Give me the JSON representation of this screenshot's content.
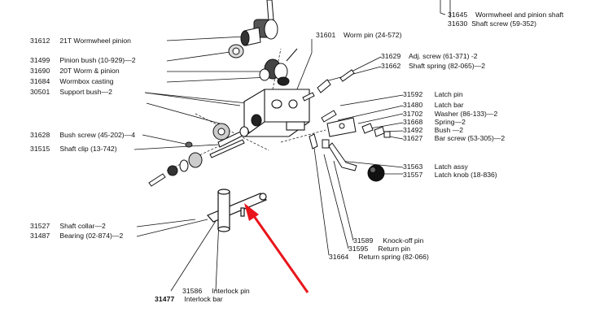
{
  "colors": {
    "ink": "#111111",
    "arrow": "#e8151b",
    "paper": "#ffffff",
    "knob": "#111111"
  },
  "labels": {
    "l31645": {
      "num": "31645",
      "text": "Wormwheel and pinion shaft"
    },
    "l31630": {
      "num": "31630",
      "text": "Shaft screw (59-352)"
    },
    "l31612": {
      "num": "31612",
      "text": "21T Wormwheel pinion"
    },
    "l31601": {
      "num": "31601",
      "text": "Worm pin (24-572)"
    },
    "l31499": {
      "num": "31499",
      "text": "Pinion bush (10-929)—2"
    },
    "l31690": {
      "num": "31690",
      "text": "20T Worm & pinion"
    },
    "l31684": {
      "num": "31684",
      "text": "Wormbox casting"
    },
    "l30501": {
      "num": "30501",
      "text": "Support bush—2"
    },
    "l31629": {
      "num": "31629",
      "text": "Adj. screw (61-371) -2"
    },
    "l31662": {
      "num": "31662",
      "text": "Shaft spring (82-065)—2"
    },
    "l31592": {
      "num": "31592",
      "text": "Latch pin"
    },
    "l31480": {
      "num": "31480",
      "text": "Latch bar"
    },
    "l31702": {
      "num": "31702",
      "text": "Washer (86-133)—2"
    },
    "l31668": {
      "num": "31668",
      "text": "Spring—2"
    },
    "l31492": {
      "num": "31492",
      "text": "Bush —2"
    },
    "l31627": {
      "num": "31627",
      "text": "Bar screw (53-305)—2"
    },
    "l31628": {
      "num": "31628",
      "text": "Bush screw (45-202)—4"
    },
    "l31515": {
      "num": "31515",
      "text": "Shaft clip (13-742)"
    },
    "l31563": {
      "num": "31563",
      "text": "Latch assy"
    },
    "l31557": {
      "num": "31557",
      "text": "Latch knob (18-836)"
    },
    "l31527": {
      "num": "31527",
      "text": "Shaft collar—2"
    },
    "l31487": {
      "num": "31487",
      "text": "Bearing (02-874)—2"
    },
    "l31589": {
      "num": "31589",
      "text": "Knock-off pin"
    },
    "l31595": {
      "num": "31595",
      "text": "Return pin"
    },
    "l31664": {
      "num": "31664",
      "text": "Return spring (82-066)"
    },
    "l31586": {
      "num": "31586",
      "text": "Interlock pin"
    },
    "l31477": {
      "num": "31477",
      "text": "Interlock bar"
    }
  }
}
